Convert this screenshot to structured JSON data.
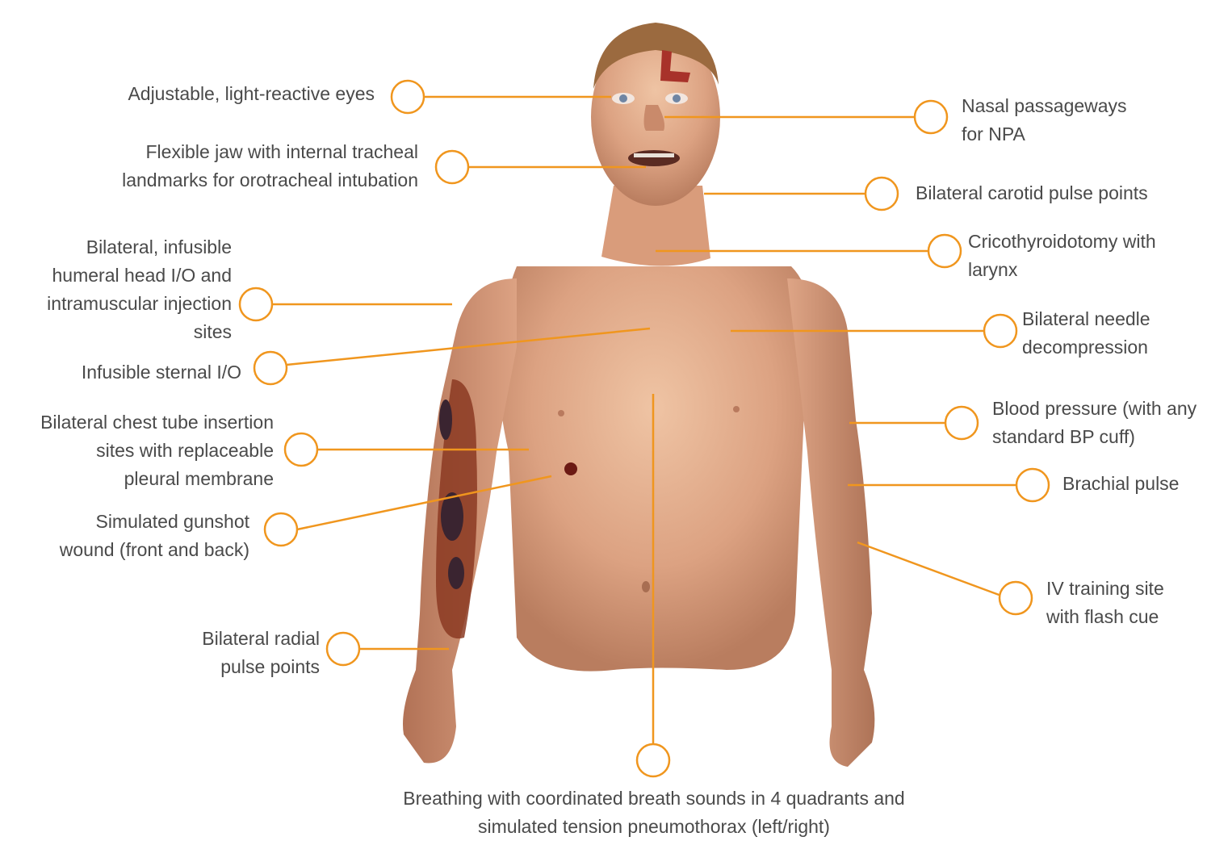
{
  "accent_color": "#f0961e",
  "callouts": {
    "eyes": [
      "Adjustable, light-reactive eyes"
    ],
    "nasal": [
      "Nasal passageways",
      "for NPA"
    ],
    "jaw": [
      "Flexible jaw with internal tracheal",
      "landmarks for orotracheal intubation"
    ],
    "carotid": [
      "Bilateral carotid pulse points"
    ],
    "humeral": [
      "Bilateral, infusible",
      "humeral head I/O and",
      "intramuscular injection",
      "sites"
    ],
    "crico": [
      "Cricothyroidotomy with",
      "larynx"
    ],
    "needle": [
      "Bilateral needle",
      "decompression"
    ],
    "sternal": [
      "Infusible sternal I/O"
    ],
    "chest_tube": [
      "Bilateral chest tube insertion",
      "sites with replaceable",
      "pleural membrane"
    ],
    "bp": [
      "Blood pressure (with any",
      "standard BP cuff)"
    ],
    "brachial": [
      "Brachial pulse"
    ],
    "gunshot": [
      "Simulated gunshot",
      "wound  (front and back)"
    ],
    "iv": [
      "IV training site",
      "with flash cue"
    ],
    "radial": [
      "Bilateral radial",
      "pulse points"
    ],
    "breathing": [
      "Breathing with coordinated breath sounds in 4 quadrants and",
      "simulated tension pneumothorax (left/right)"
    ]
  }
}
